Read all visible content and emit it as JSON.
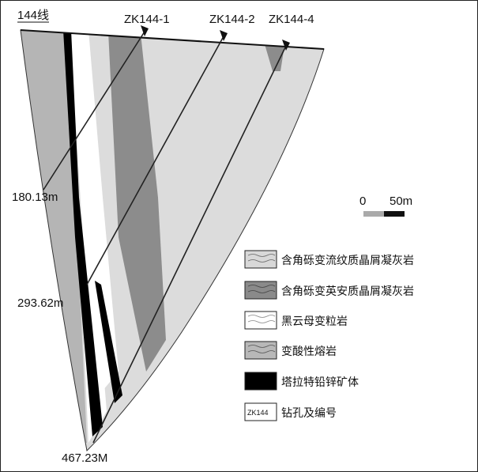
{
  "section": {
    "line_label": "144线"
  },
  "boreholes": [
    {
      "id": "ZK144-1",
      "depth_label": "180.13m"
    },
    {
      "id": "ZK144-2",
      "depth_label": "293.62m"
    },
    {
      "id": "ZK144-4",
      "depth_label": "467.23M"
    }
  ],
  "scale": {
    "zero": "0",
    "max": "50m"
  },
  "legend": [
    {
      "key": "breccia-rhyolitic-tuff",
      "label": "含角砾变流纹质晶屑凝灰岩",
      "color": "#d8d8d8"
    },
    {
      "key": "breccia-dacitic-tuff",
      "label": "含角砾变英安质晶屑凝灰岩",
      "color": "#8a8a8a"
    },
    {
      "key": "biotite-granulite",
      "label": "黑云母变粒岩",
      "color": "#ffffff"
    },
    {
      "key": "acidic-lava",
      "label": "变酸性熔岩",
      "color": "#b8b8b8"
    },
    {
      "key": "ore-body",
      "label": "塔拉特铅锌矿体",
      "color": "#000000"
    },
    {
      "key": "borehole-symbol",
      "label": "钻孔及编号",
      "symbol_text": "ZK144"
    }
  ]
}
